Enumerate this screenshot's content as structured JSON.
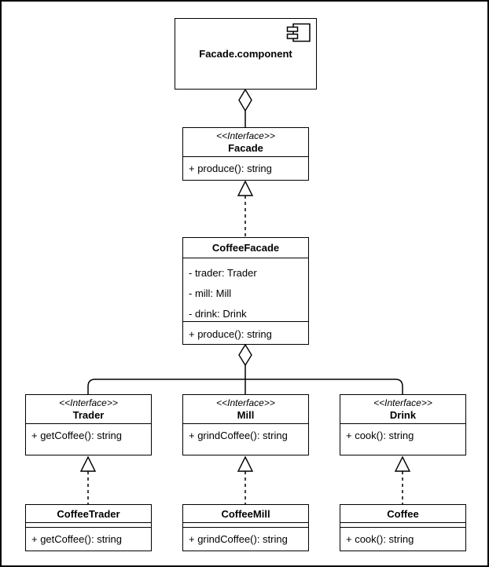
{
  "diagram": {
    "background": "#ffffff",
    "line_color": "#000000",
    "component": {
      "name": "Facade.component",
      "icon": "uml-component-icon"
    },
    "facade_interface": {
      "stereotype": "<<Interface>>",
      "name": "Facade",
      "method": "+ produce(): string"
    },
    "coffee_facade": {
      "name": "CoffeeFacade",
      "attributes": [
        "- trader: Trader",
        "- mill: Mill",
        "- drink: Drink"
      ],
      "method": "+ produce(): string"
    },
    "interfaces": [
      {
        "stereotype": "<<Interface>>",
        "name": "Trader",
        "method": "+ getCoffee(): string"
      },
      {
        "stereotype": "<<Interface>>",
        "name": "Mill",
        "method": "+ grindCoffee(): string"
      },
      {
        "stereotype": "<<Interface>>",
        "name": "Drink",
        "method": "+ cook(): string"
      }
    ],
    "implementations": [
      {
        "name": "CoffeeTrader",
        "method": "+ getCoffee(): string"
      },
      {
        "name": "CoffeeMill",
        "method": "+ grindCoffee(): string"
      },
      {
        "name": "Coffee",
        "method": "+ cook(): string"
      }
    ],
    "connector_icons": {
      "aggregation": "hollow-diamond-icon",
      "realization": "dashed-hollow-triangle-icon"
    }
  }
}
